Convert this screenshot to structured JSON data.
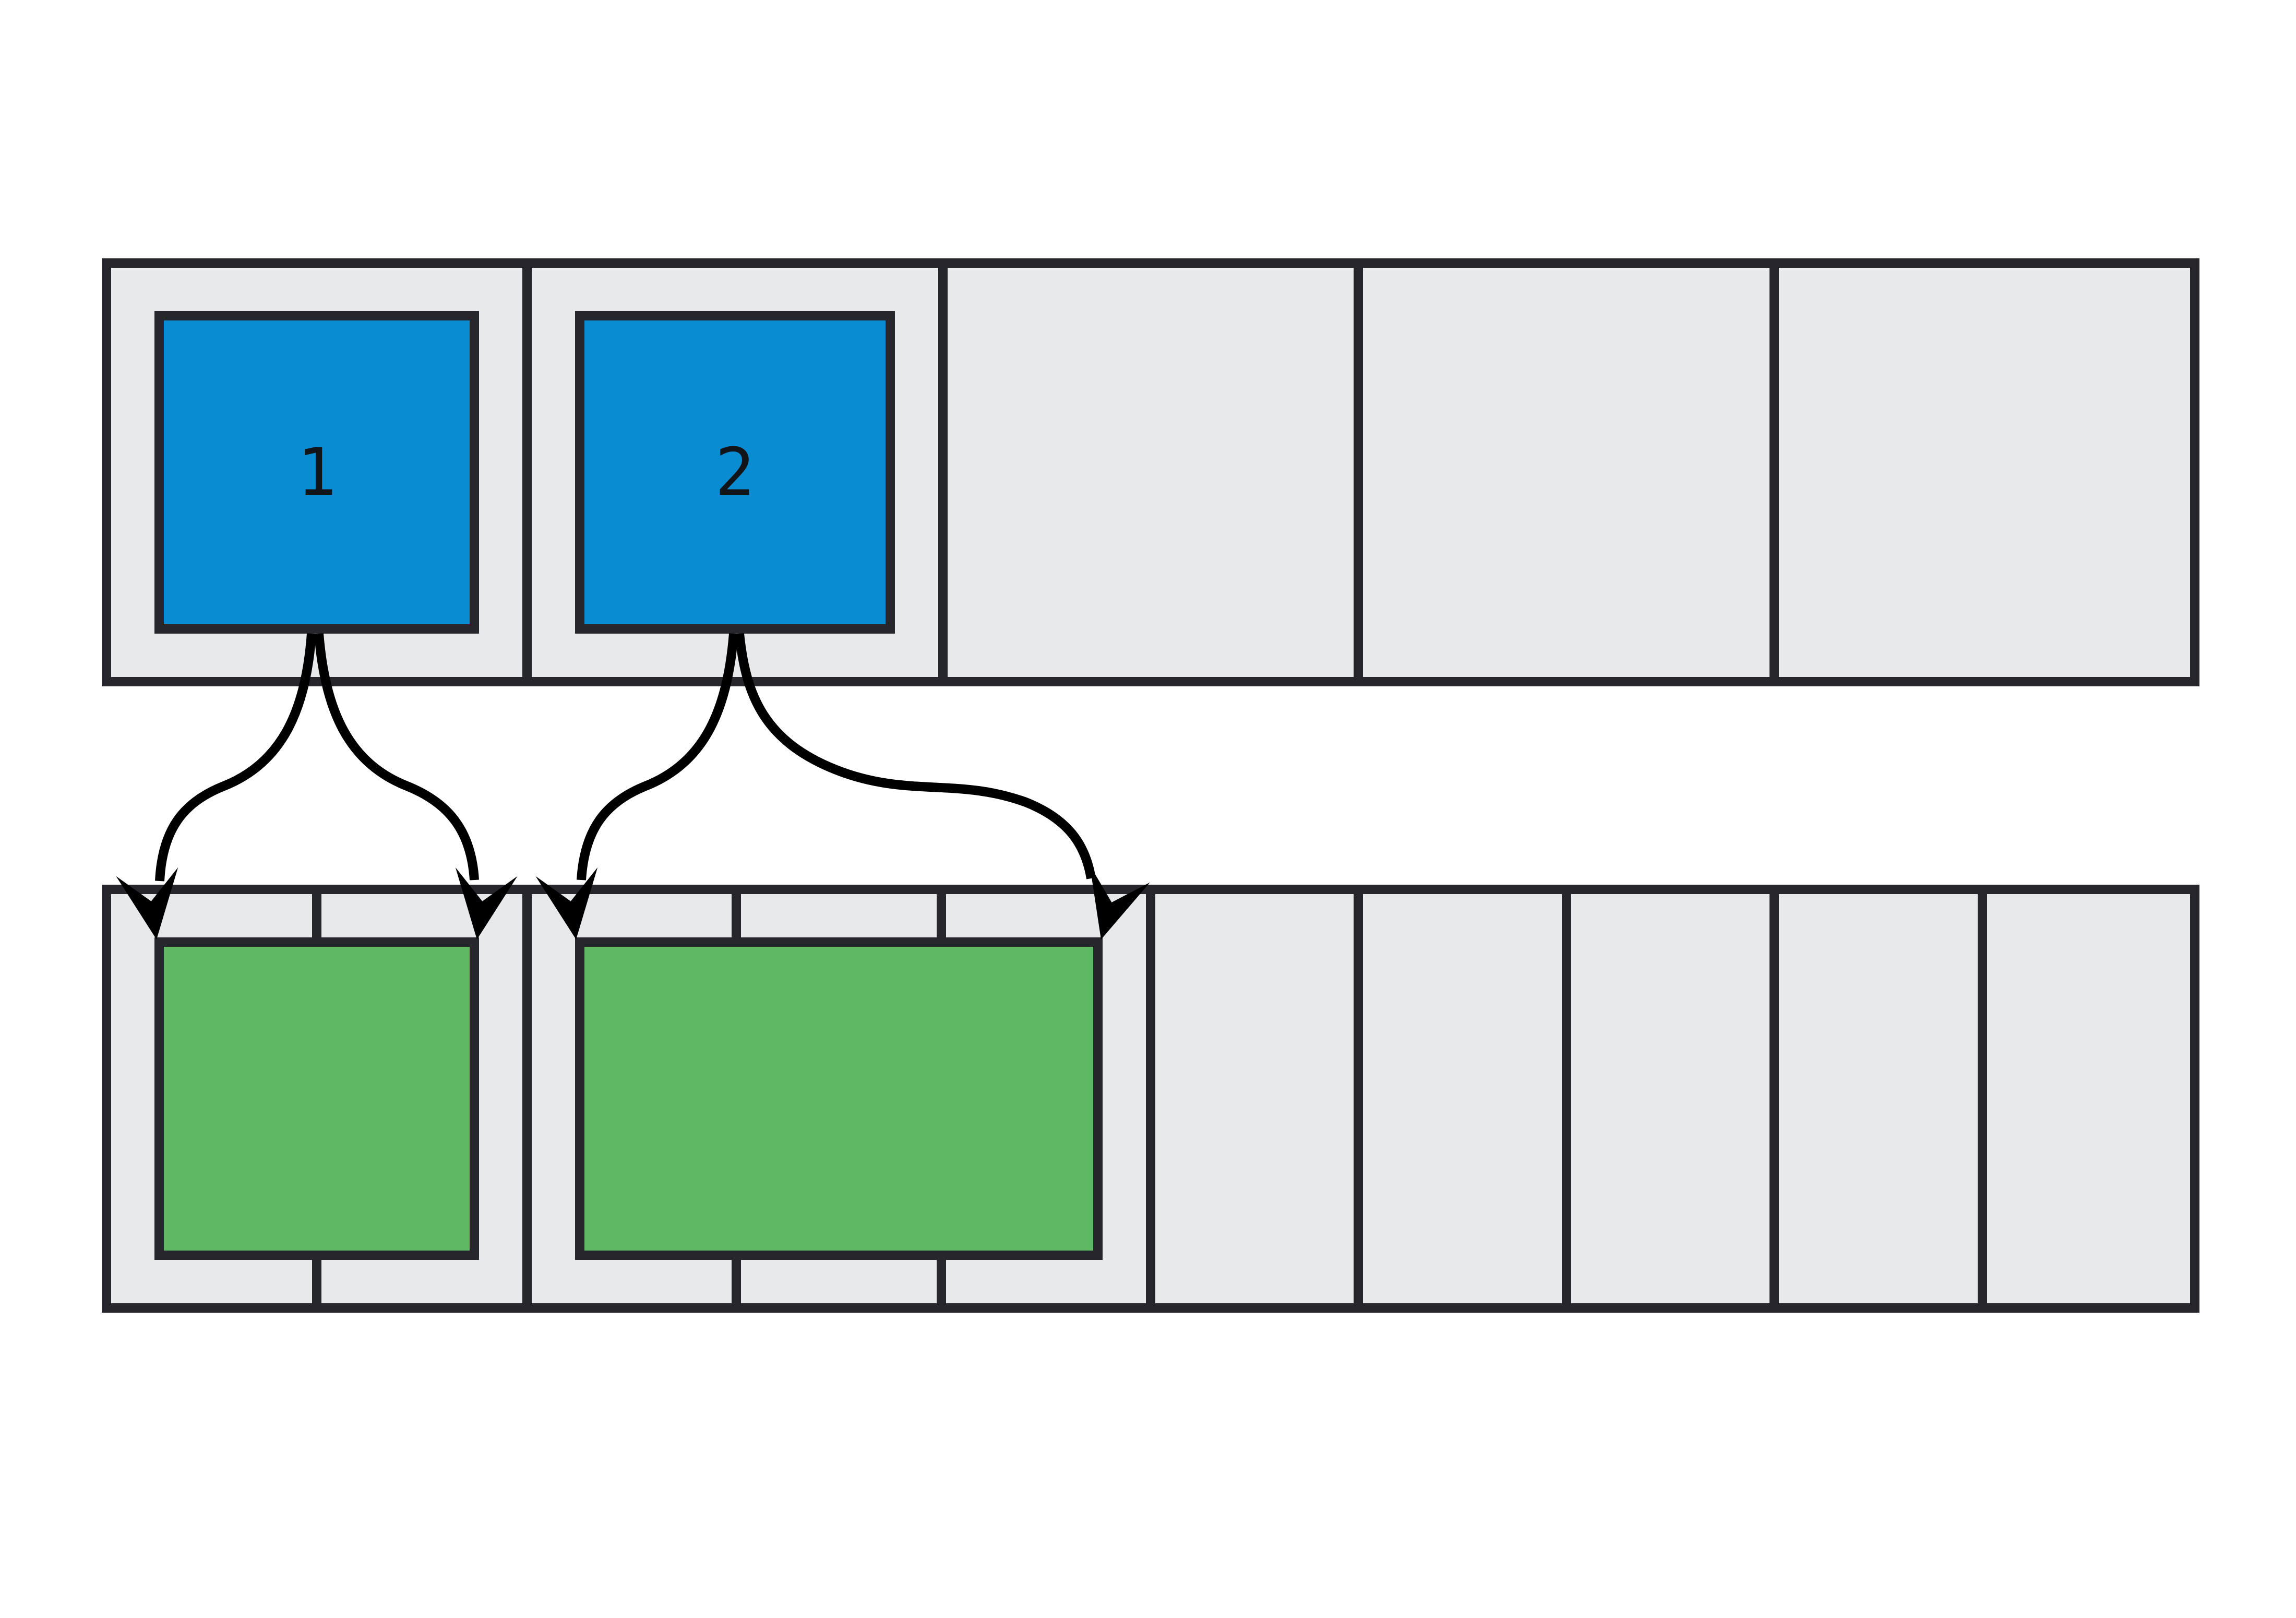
{
  "diagram": {
    "kind": "slot-mapping-diagram",
    "description": "Two logical items mapped onto spans of physical slots",
    "colors": {
      "background": "#ffffff",
      "slot_fill": "#e8e9eb",
      "outline": "#26262c",
      "item_fill": "#0a8cd2",
      "span_fill": "#5fb964",
      "arrow": "#000000"
    },
    "top_row": {
      "cells": [
        {
          "label": "1",
          "filled": true
        },
        {
          "label": "2",
          "filled": true
        },
        {
          "label": "",
          "filled": false
        },
        {
          "label": "",
          "filled": false
        },
        {
          "label": "",
          "filled": false
        }
      ]
    },
    "bottom_row": {
      "slot_count": 10,
      "groups": [
        {
          "slots": 2,
          "filled": true
        },
        {
          "slots": 3,
          "filled": true
        },
        {
          "slots": 1,
          "filled": false
        },
        {
          "slots": 1,
          "filled": false
        },
        {
          "slots": 1,
          "filled": false
        },
        {
          "slots": 1,
          "filled": false
        },
        {
          "slots": 1,
          "filled": false
        }
      ]
    },
    "arrows": [
      {
        "from": "item-1",
        "to": "span-1-start"
      },
      {
        "from": "item-1",
        "to": "span-1-end"
      },
      {
        "from": "item-2",
        "to": "span-2-start"
      },
      {
        "from": "item-2",
        "to": "span-2-end"
      }
    ]
  }
}
